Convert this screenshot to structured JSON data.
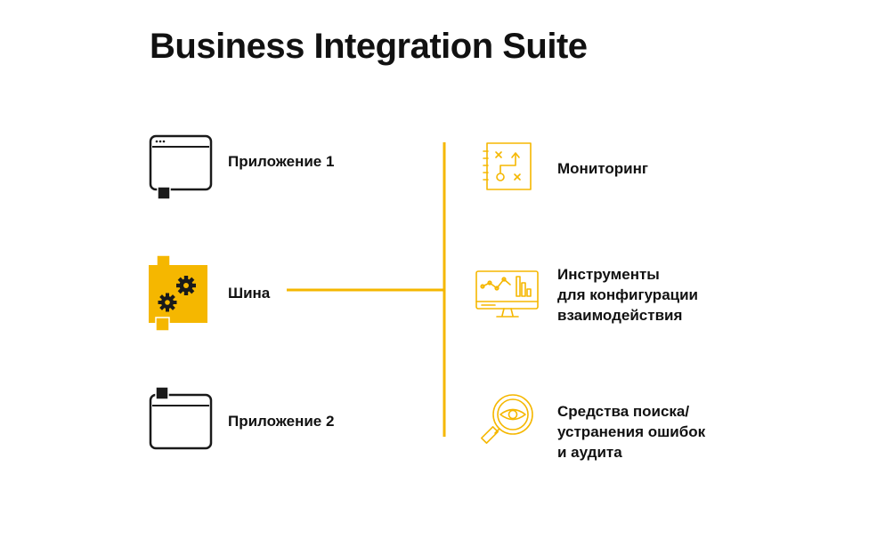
{
  "title": "Business Integration Suite",
  "left_nodes": {
    "app1": "Приложение 1",
    "bus": "Шина",
    "app2": "Приложение 2"
  },
  "right_items": {
    "monitoring": "Мониторинг",
    "config_line1": "Инструменты",
    "config_line2": "для конфигурации",
    "config_line3": "взаимодействия",
    "search_line1": "Средства поиска/",
    "search_line2": "устранения ошибок",
    "search_line3": "и аудита"
  },
  "colors": {
    "accent": "#F5B700",
    "dark": "#1a1a1a",
    "text": "#111111"
  },
  "icons": [
    "window-icon",
    "gears-icon",
    "strategy-board-icon",
    "analytics-monitor-icon",
    "magnifier-eye-icon"
  ]
}
